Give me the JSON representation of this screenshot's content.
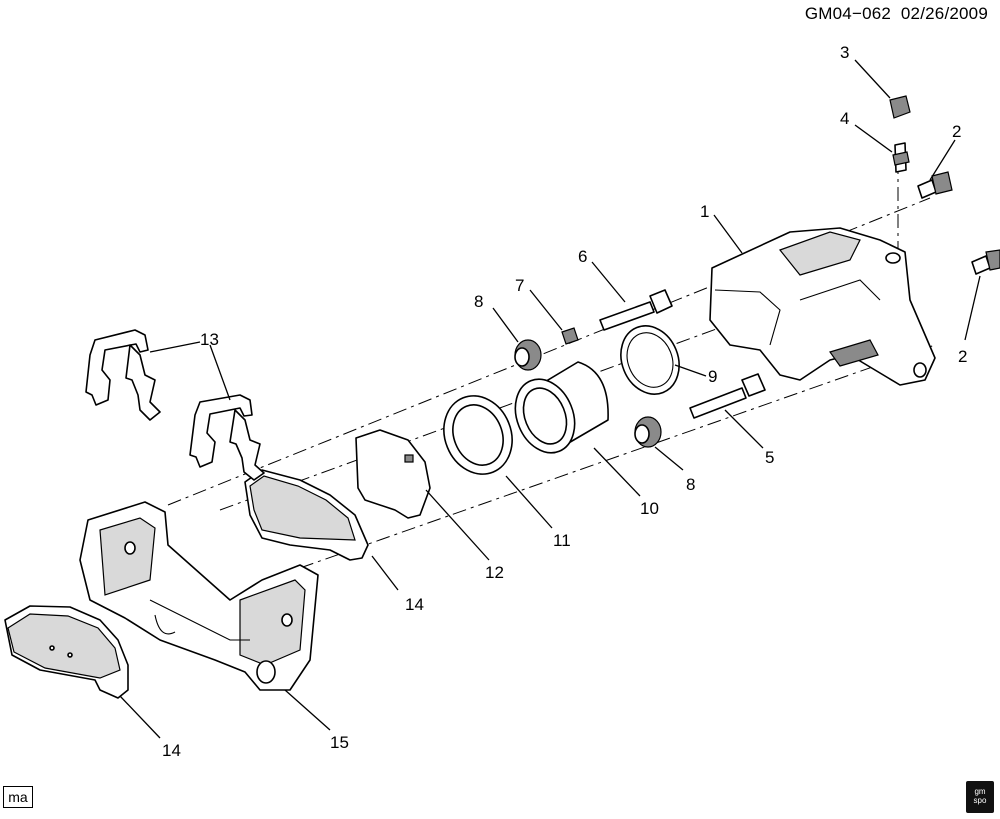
{
  "header": {
    "code": "GM04−062",
    "date": "02/26/2009"
  },
  "footer": {
    "left_badge": "ma",
    "right_badge_line1": "gm",
    "right_badge_line2": "spo"
  },
  "callouts": [
    {
      "id": "c1",
      "label": "1"
    },
    {
      "id": "c2a",
      "label": "2"
    },
    {
      "id": "c2b",
      "label": "2"
    },
    {
      "id": "c3",
      "label": "3"
    },
    {
      "id": "c4",
      "label": "4"
    },
    {
      "id": "c5",
      "label": "5"
    },
    {
      "id": "c6",
      "label": "6"
    },
    {
      "id": "c7",
      "label": "7"
    },
    {
      "id": "c8a",
      "label": "8"
    },
    {
      "id": "c8b",
      "label": "8"
    },
    {
      "id": "c9",
      "label": "9"
    },
    {
      "id": "c10",
      "label": "10"
    },
    {
      "id": "c11",
      "label": "11"
    },
    {
      "id": "c12",
      "label": "12"
    },
    {
      "id": "c13",
      "label": "13"
    },
    {
      "id": "c14a",
      "label": "14"
    },
    {
      "id": "c14b",
      "label": "14"
    },
    {
      "id": "c15",
      "label": "15"
    }
  ]
}
